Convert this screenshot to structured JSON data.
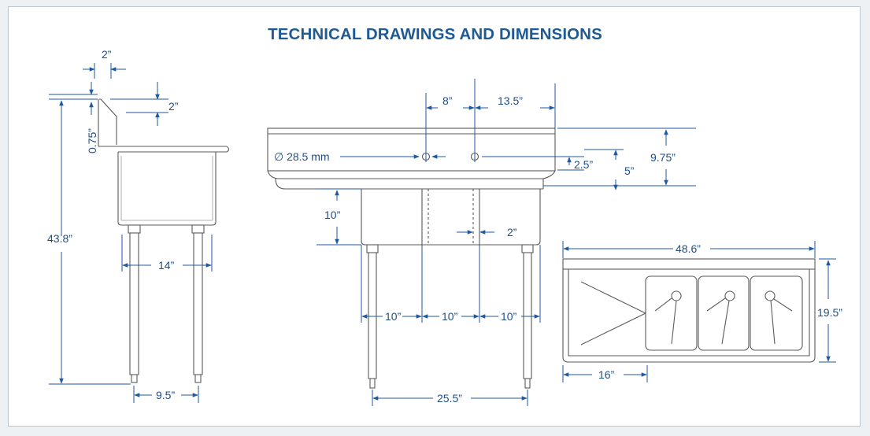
{
  "title": "TECHNICAL DRAWINGS AND DIMENSIONS",
  "colors": {
    "title": "#1f5a93",
    "dimension": "#1f5aa0",
    "drawing": "#5a5a5a",
    "frame_border": "#bcc6cf",
    "background": "#eef1f4"
  },
  "side_view": {
    "splash_thickness": "2”",
    "splash_height": "2”",
    "rim": "0.75”",
    "total_height": "43.8”",
    "bowl_depth": "14”",
    "leg_spacing": "9.5”"
  },
  "front_view": {
    "faucet_spacing": "8”",
    "faucet_offset": "13.5”",
    "drain_hole": "∅ 28.5 mm",
    "hole_height": "2.5”",
    "rim_height": "5”",
    "splash_total": "9.75”",
    "bowl_depth": "10”",
    "divider": "2”",
    "bowl_1": "10”",
    "bowl_2": "10”",
    "bowl_3": "10”",
    "leg_spacing": "25.5”"
  },
  "top_view": {
    "total_length": "48.6”",
    "depth": "19.5”",
    "drainboard": "16”"
  }
}
